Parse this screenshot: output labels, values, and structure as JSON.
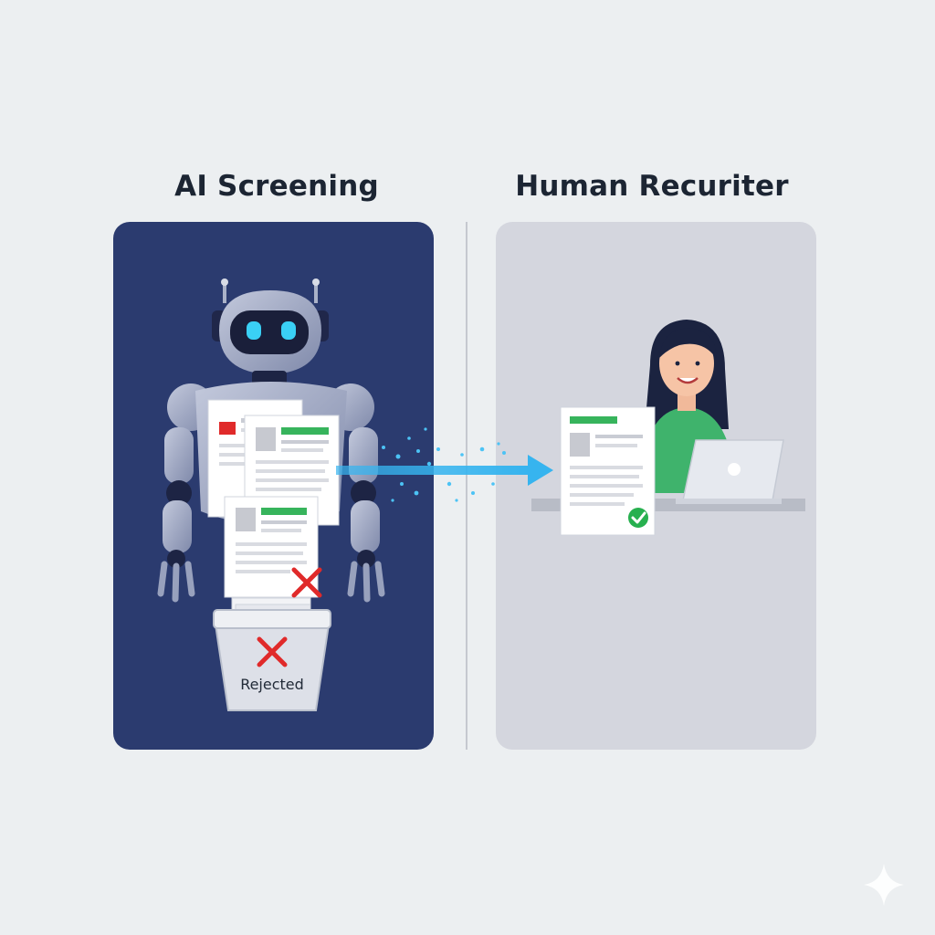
{
  "headings": {
    "left": "AI Screening",
    "right": "Human Recuriter"
  },
  "bin": {
    "label": "Rejected"
  },
  "colors": {
    "ai_panel": "#2b3b6f",
    "human_panel": "#d4d6de",
    "arrow": "#36b4ef",
    "reject": "#e02a2a",
    "accept": "#27b04f",
    "resume_header_green": "#37b45c",
    "recruiter_shirt": "#3fb36c"
  },
  "icons": [
    "robot-icon",
    "resume-document-icon",
    "reject-x-icon",
    "accept-check-icon",
    "laptop-icon",
    "recruiter-avatar",
    "sparkle-icon"
  ]
}
